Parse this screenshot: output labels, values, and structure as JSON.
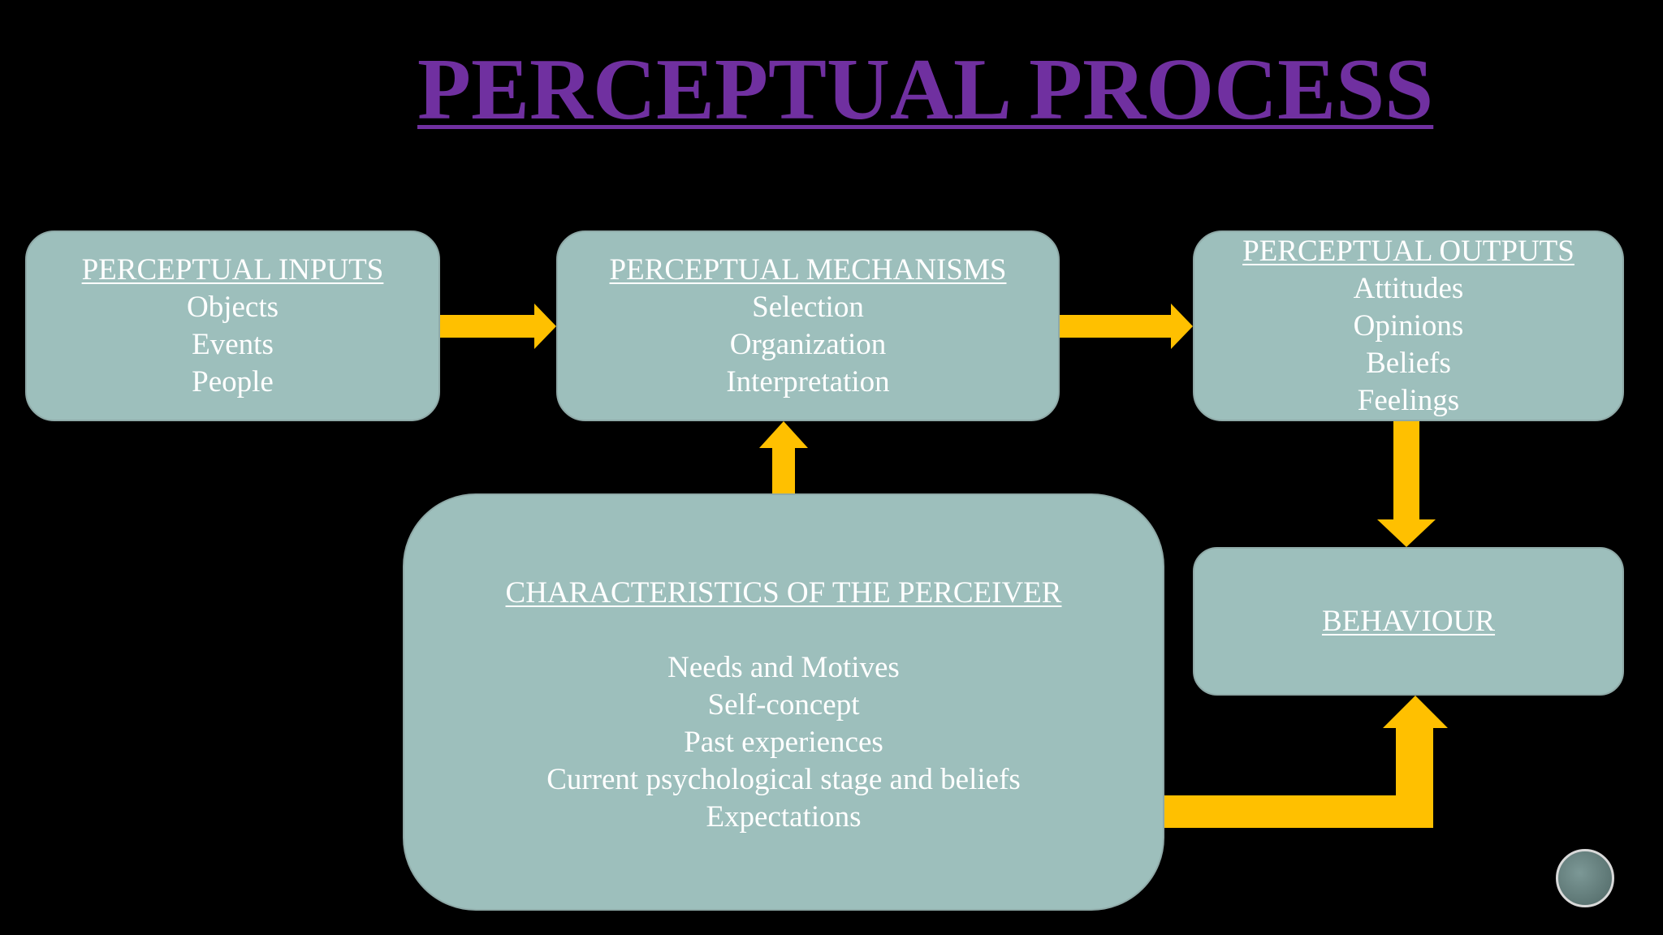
{
  "title": "PERCEPTUAL PROCESS",
  "inputs": {
    "heading": "PERCEPTUAL INPUTS",
    "items": [
      "Objects",
      "Events",
      "People"
    ]
  },
  "mechanisms": {
    "heading": "PERCEPTUAL MECHANISMS",
    "items": [
      "Selection",
      "Organization",
      "Interpretation"
    ]
  },
  "outputs": {
    "heading": "PERCEPTUAL OUTPUTS",
    "items": [
      "Attitudes",
      "Opinions",
      "Beliefs",
      "Feelings"
    ]
  },
  "behaviour": {
    "heading": "BEHAVIOUR"
  },
  "perceiver": {
    "heading": "CHARACTERISTICS OF THE PERCEIVER",
    "items": [
      "Needs and Motives",
      "Self-concept",
      "Past experiences",
      "Current psychological stage and beliefs",
      "Expectations"
    ]
  },
  "colors": {
    "title": "#7030A0",
    "box_fill": "#9DBFBC",
    "arrow": "#FFC000",
    "background": "#000000"
  },
  "icons": {
    "nav": "slide-nav-button-icon"
  }
}
